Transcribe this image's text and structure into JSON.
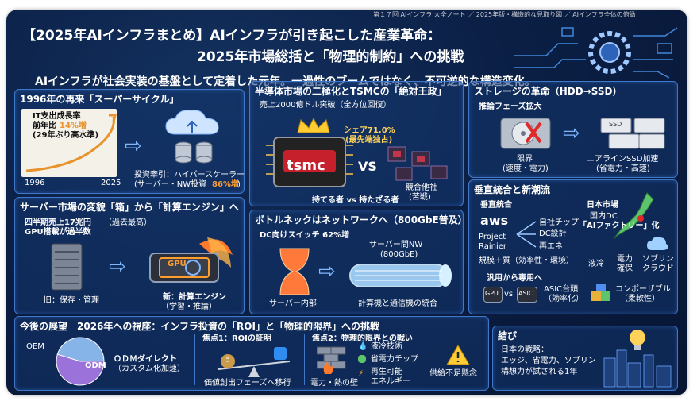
{
  "faint_header": "第１７回 AIインフラ 大全ノート ／ 2025年版・構造的な見取り図 ／ AIインフラ全体の俯瞰",
  "title_line1": "【2025年AIインフラまとめ】AIインフラが引き起こした産業革命：",
  "title_line2": "2025年市場総括と「物理的制約」への挑戦",
  "subtitle": "AIインフラが社会実装の基盤として定着した元年。一過性のブームではなく、不可逆的な構造変化。",
  "p1": {
    "title": "1996年の再来「スーパーサイクル」",
    "note1": "IT支出成長率",
    "note2a": "前年比",
    "note2b": "14%増",
    "note3": "(29年ぶり高水準)",
    "year_start": "1996",
    "year_end": "2025",
    "cap1": "投資牽引：ハイパースケーラー",
    "cap2a": "(サーバー・NW投資 ",
    "cap2b": "86%増",
    "cap2c": ")"
  },
  "p2": {
    "title": "半導体市場の二極化とTSMCの「絶対王政」",
    "sub": "売上2000億ドル突破（全方位回復）",
    "share1": "シェア71.0%",
    "share2": "(最先端独占)",
    "chip_label": "tsmc",
    "vs": "VS",
    "comp1": "競合他社",
    "comp2": "(苦戦)",
    "caption": "持てる者 vs 持たざる者"
  },
  "p3": {
    "title": "ストレージの革命（HDD→SSD）",
    "sub": "推論フェーズ拡大",
    "hdd1": "限界",
    "hdd2": "(速度・電力)",
    "ssd1": "ニアラインSSD加速",
    "ssd2": "(省電力・高速)",
    "ssd_label": "SSD"
  },
  "p4": {
    "title": "サーバー市場の変貌「箱」から「計算エンジン」へ",
    "l1a": "四半期売上17兆円",
    "l1b": "（過去最高）",
    "l2": "GPU搭載が過半数",
    "old": "旧：保存・管理",
    "new1": "新：計算エンジン",
    "new2": "（学習・推論）",
    "gpu": "GPU"
  },
  "p5": {
    "title": "ボトルネックはネットワークへ（800GbE普及）",
    "dc": "DC向けスイッチ 62%増",
    "nw1": "サーバー間NW",
    "nw2": "(800GbE)",
    "inner": "サーバー内部",
    "merge": "計算機と通信機の統合"
  },
  "p6": {
    "title": "垂直統合と新潮流",
    "vert": "垂直統合",
    "aws": "aws",
    "rainier1": "Project",
    "rainier2": "Rainier",
    "chip": "自社チップ",
    "dc": "DC設計",
    "renew": "再エネ",
    "scale": "規模＋質（効率性・環境）",
    "jp": "日本市場",
    "jp1": "国内DC",
    "jp2": "「AIファクトリー」化",
    "cool": "液冷",
    "power1": "電力",
    "power2": "確保",
    "sov1": "ソブリン",
    "sov2": "クラウド",
    "shift": "汎用から専用へ",
    "gpu": "GPU",
    "vs": "vs",
    "asic": "ASIC",
    "asic1": "ASIC台頭",
    "asic2": "（効率化）",
    "comp1": "コンポーザブル",
    "comp2": "（柔軟性）"
  },
  "p7": {
    "title": "今後の展望　2026年への視座：インフラ投資の「ROI」と「物理的限界」への挑戦",
    "oem": "OEM",
    "odm": "ODM",
    "odm1": "ＯＤＭダイレクト",
    "odm2": "（カスタム化加速）",
    "f1": "焦点1：ROIの証明",
    "f1cap": "価値創出フェーズへ移行",
    "f2": "焦点2：物理的限界との戦い",
    "wall": "電力・熱の壁",
    "liq": "液冷技術",
    "chip": "省電力チップ",
    "ren1": "再生可能",
    "ren2": "エネルギー",
    "supply": "供給不足懸念"
  },
  "p8": {
    "title": "結び",
    "l1": "日本の戦略：",
    "l2": "エッジ、省電力、ソブリン",
    "l3": "構想力が試される1年"
  },
  "chart_data": {
    "type": "pie",
    "categories": [
      "OEM",
      "ODM"
    ],
    "values": [
      45,
      55
    ],
    "colors": [
      "#86b3e8",
      "#9b72d9"
    ]
  },
  "colors": {
    "accent": "#3f78c8",
    "orange": "#ff9d2e",
    "bg": "#0b1f45"
  }
}
